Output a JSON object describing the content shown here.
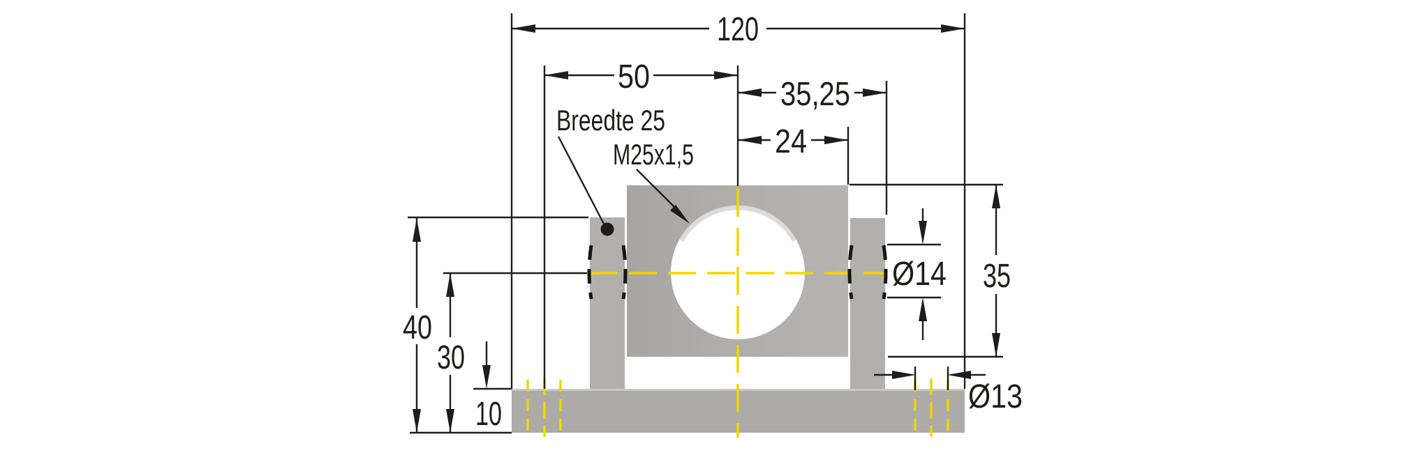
{
  "drawing": {
    "type": "technical-dimension-drawing",
    "subject": "shaft support block, front view",
    "colors": {
      "background": "#ffffff",
      "part_gray": "#aeacaa",
      "part_gray_light": "#b3b1ae",
      "line_black": "#1d1d1b",
      "centerline_yellow": "#f2d600"
    },
    "dimensions": {
      "total_width": {
        "value": "120"
      },
      "hole_to_center": {
        "value": "50"
      },
      "center_to_clamp_face": {
        "value": "35,25"
      },
      "center_to_block_edge": {
        "value": "24"
      },
      "clamp_hole_diameter": {
        "value": "Ø14"
      },
      "block_height": {
        "value": "35"
      },
      "total_height": {
        "value": "40"
      },
      "bore_center_height": {
        "value": "30"
      },
      "base_thickness": {
        "value": "10"
      },
      "base_hole_diameter": {
        "value": "Ø13"
      }
    },
    "labels": {
      "width_note": "Breedte 25",
      "thread_spec": "M25x1,5"
    }
  }
}
